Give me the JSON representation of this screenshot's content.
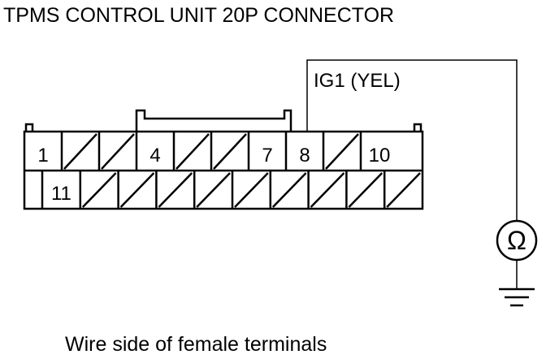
{
  "title": "TPMS CONTROL UNIT 20P CONNECTOR",
  "wire_label": "IG1 (YEL)",
  "caption": "Wire side of female terminals",
  "meter_symbol": "Ω",
  "meter_icon": "ohmmeter-icon",
  "ground_icon": "ground-icon",
  "connector": {
    "top_row": [
      "1",
      "",
      "",
      "4",
      "",
      "",
      "7",
      "8",
      "",
      "10"
    ],
    "bottom_row": [
      "",
      "11",
      "",
      "",
      "",
      "",
      "",
      "",
      "",
      "",
      ""
    ]
  },
  "colors": {
    "line": "#000000",
    "background": "#ffffff"
  }
}
